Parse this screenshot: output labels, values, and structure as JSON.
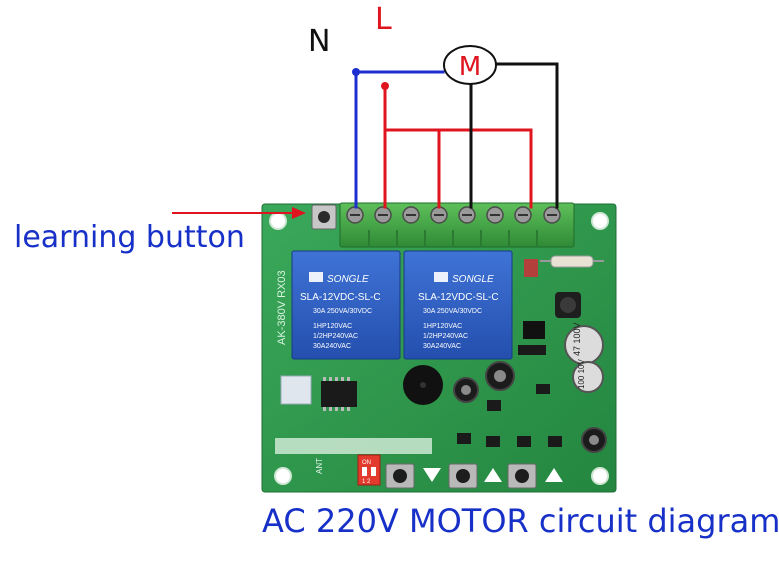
{
  "labels": {
    "neutral": "N",
    "live": "L",
    "motor": "M",
    "learning_button": "learning button",
    "caption": "AC 220V MOTOR circuit diagram"
  },
  "board": {
    "relay_brand": "SONGLE",
    "relay_model": "SLA-12VDC-SL-C",
    "relay_rating_1": "30A 250VA/30VDC",
    "relay_rating_2": "1HP120VAC",
    "relay_rating_3": "1/2HP240VAC",
    "relay_rating_4": "30A240VAC",
    "board_text": "AK-380V RX03",
    "capacitor_1": "47 100V",
    "capacitor_2": "100 10V",
    "switch_text": "ON",
    "switch_nums": "1 2",
    "ant_text": "ANT"
  },
  "colors": {
    "neutral_wire": "#1d2fd0",
    "live_wire": "#e0141e",
    "motor_wire": "#111111",
    "pcb": "#2f9d4e",
    "relay": "#2f5fc4"
  }
}
